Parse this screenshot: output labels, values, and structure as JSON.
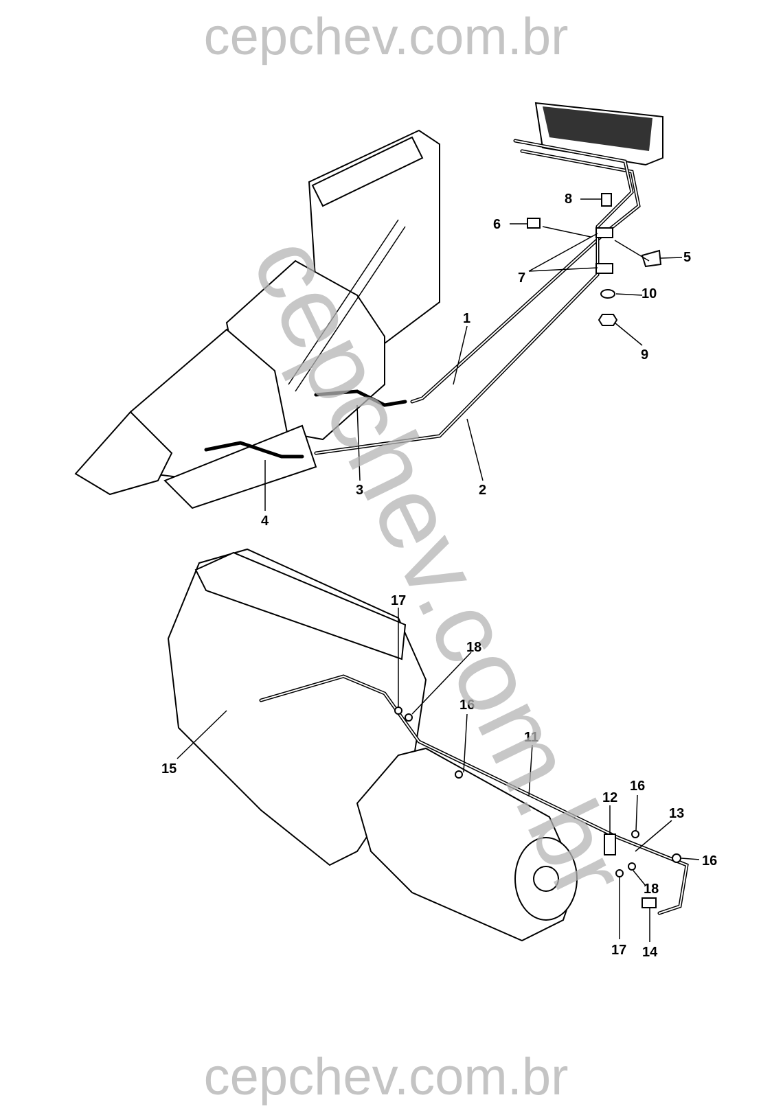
{
  "watermark": {
    "top": "cepchev.com.br",
    "bottom": "cepchev.com.br",
    "diagonal": "cepchev.com.br"
  },
  "upper_callouts": [
    "1",
    "2",
    "3",
    "4",
    "5",
    "6",
    "7",
    "8",
    "9",
    "10"
  ],
  "lower_callouts": [
    "11",
    "12",
    "13",
    "14",
    "15",
    "16",
    "16",
    "16",
    "17",
    "17",
    "18",
    "18"
  ]
}
